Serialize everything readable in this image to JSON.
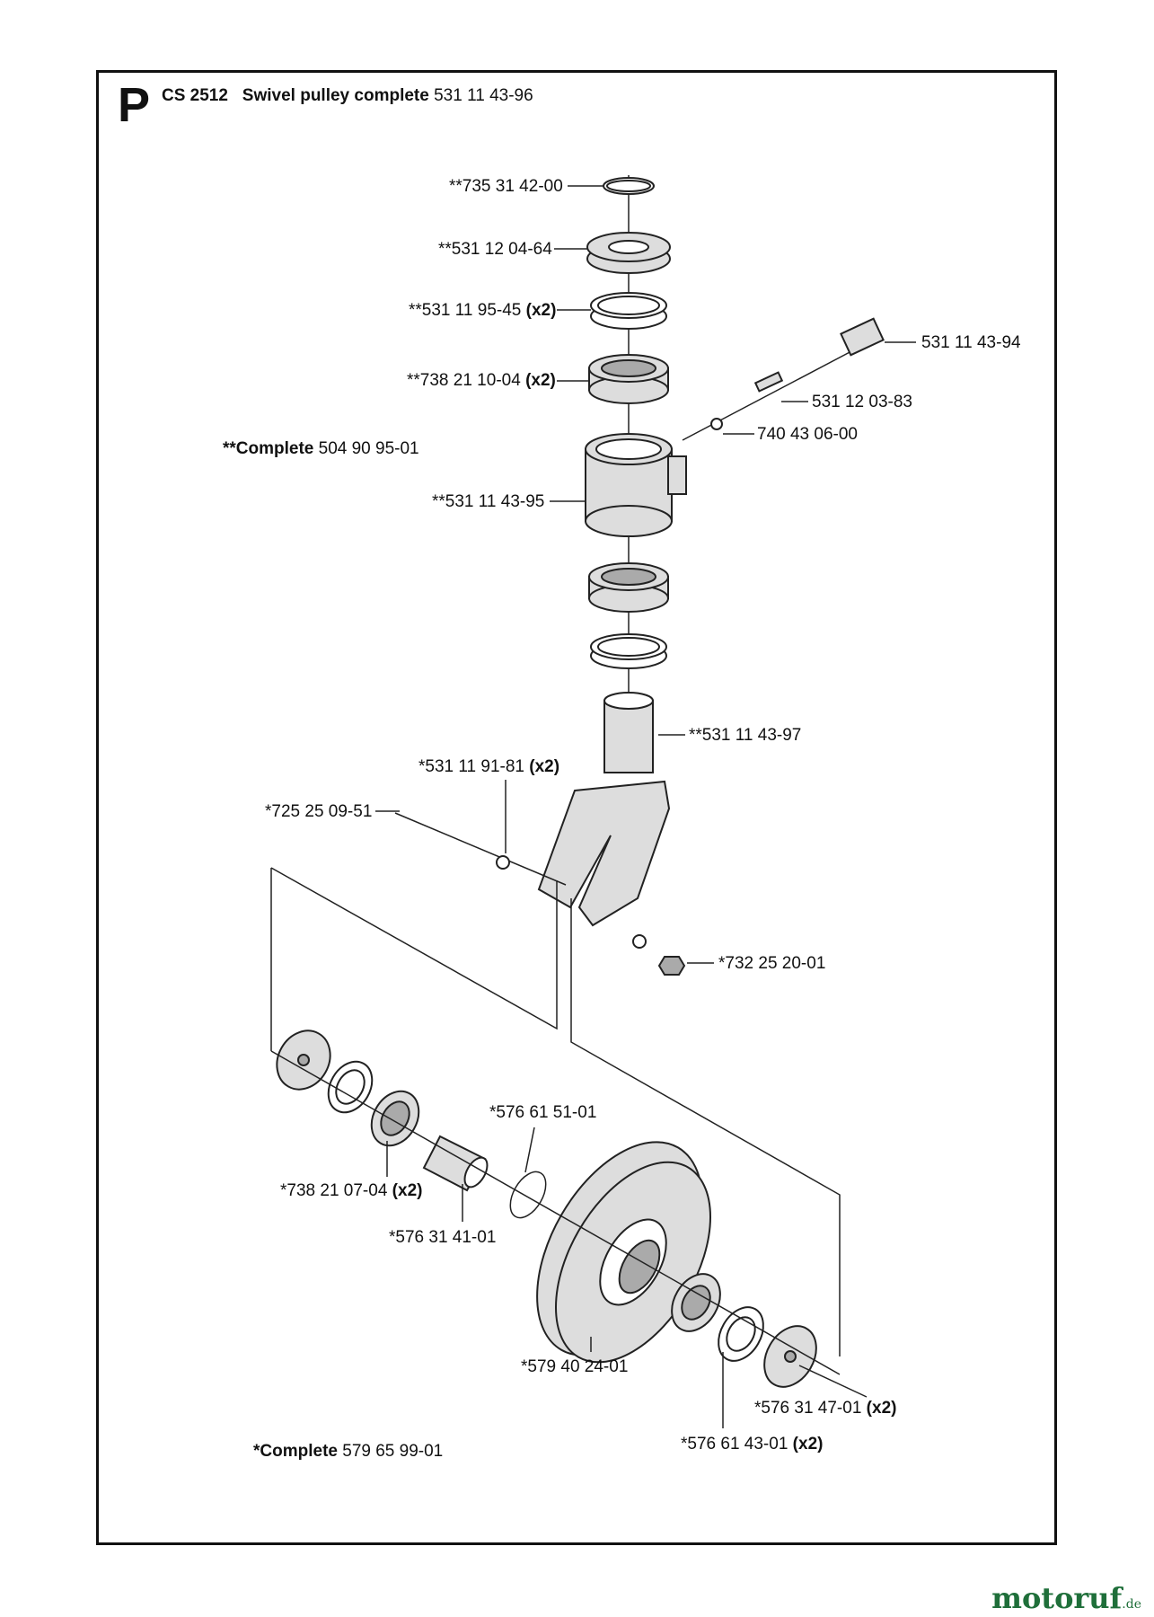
{
  "header": {
    "section_letter": "P",
    "model": "CS 2512",
    "assembly_name": "Swivel pulley complete",
    "assembly_part_no": "531 11 43-96"
  },
  "labels": {
    "p01": {
      "text": "**735 31 42-00",
      "qty": ""
    },
    "p02": {
      "text": "**531 12 04-64",
      "qty": ""
    },
    "p03": {
      "text": "**531 11 95-45",
      "qty": "(x2)"
    },
    "p04": {
      "text": "**738 21 10-04",
      "qty": "(x2)"
    },
    "p05": {
      "text": "531 11 43-94",
      "qty": ""
    },
    "p06": {
      "text": "531 12 03-83",
      "qty": ""
    },
    "p07": {
      "text": "740 43 06-00",
      "qty": ""
    },
    "p08": {
      "text": "**531 11 43-95",
      "qty": ""
    },
    "p09": {
      "text": "**531 11 43-97",
      "qty": ""
    },
    "p10": {
      "text": "*531 11 91-81",
      "qty": "(x2)"
    },
    "p11": {
      "text": "*725 25 09-51",
      "qty": ""
    },
    "p12": {
      "text": "*732 25 20-01",
      "qty": ""
    },
    "p13": {
      "text": "*576 61 51-01",
      "qty": ""
    },
    "p14": {
      "text": "*738 21 07-04",
      "qty": "(x2)"
    },
    "p15": {
      "text": "*576 31 41-01",
      "qty": ""
    },
    "p16": {
      "text": "*579 40 24-01",
      "qty": ""
    },
    "p17": {
      "text": "*576 31 47-01",
      "qty": "(x2)"
    },
    "p18": {
      "text": "*576 61 43-01",
      "qty": "(x2)"
    }
  },
  "kits": {
    "upper": {
      "name": "**Complete",
      "part_no": "504 90 95-01"
    },
    "lower": {
      "name": "*Complete",
      "part_no": "579 65 99-01"
    }
  },
  "watermark": {
    "brand": "motoruf",
    "tld": ".de"
  }
}
